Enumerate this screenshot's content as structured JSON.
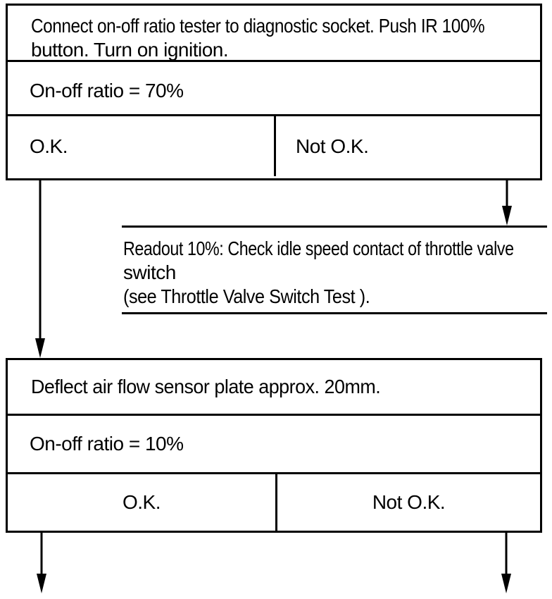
{
  "flowchart": {
    "step1": {
      "instruction_lines": [
        "Connect on-off ratio tester to diagnostic socket. Push IR 100%",
        "button. Turn on ignition."
      ],
      "condition": "On-off ratio = 70%",
      "ok_label": "O.K.",
      "not_ok_label": "Not O.K."
    },
    "not_ok_note": {
      "lines": [
        "Readout 10%: Check idle speed contact of throttle valve",
        "switch",
        "(see Throttle Valve Switch Test )."
      ]
    },
    "step2": {
      "instruction": "Deflect air flow sensor plate approx. 20mm.",
      "condition": "On-off ratio = 10%",
      "ok_label": "O.K.",
      "not_ok_label": "Not O.K."
    },
    "colors": {
      "ink": "#000000",
      "paper": "#ffffff"
    }
  }
}
